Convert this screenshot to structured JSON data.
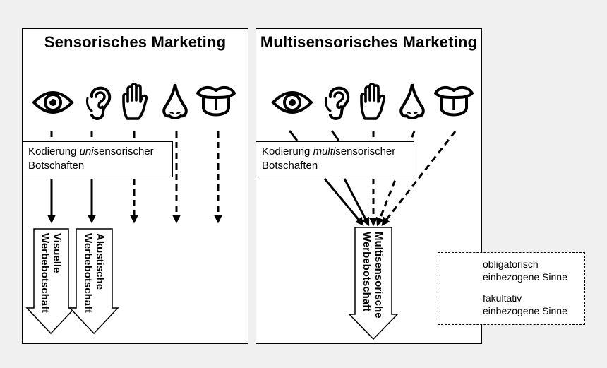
{
  "sensory": {
    "title": "Sensorisches Marketing",
    "coding_prefix": "Kodierung ",
    "coding_italic": "uni",
    "coding_suffix": "sensorischer",
    "coding_line2": "Botschaften",
    "outputs": [
      {
        "line1": "Visuelle",
        "line2": "Werbebotschaft"
      },
      {
        "line1": "Akustische",
        "line2": "Werbebotschaft"
      }
    ]
  },
  "multisensory": {
    "title": "Multisensorisches Marketing",
    "coding_prefix": "Kodierung ",
    "coding_italic": "multi",
    "coding_suffix": "sensorischer",
    "coding_line2": "Botschaften",
    "output": {
      "line1": "Multisensorische",
      "line2": "Werbebotschaft"
    }
  },
  "senses": [
    "eye-icon",
    "ear-icon",
    "hand-icon",
    "nose-icon",
    "tongue-icon"
  ],
  "legend": {
    "solid": {
      "line1": "obligatorisch",
      "line2": "einbezogene Sinne"
    },
    "dashed": {
      "line1": "fakultativ",
      "line2": "einbezogene Sinne"
    }
  }
}
